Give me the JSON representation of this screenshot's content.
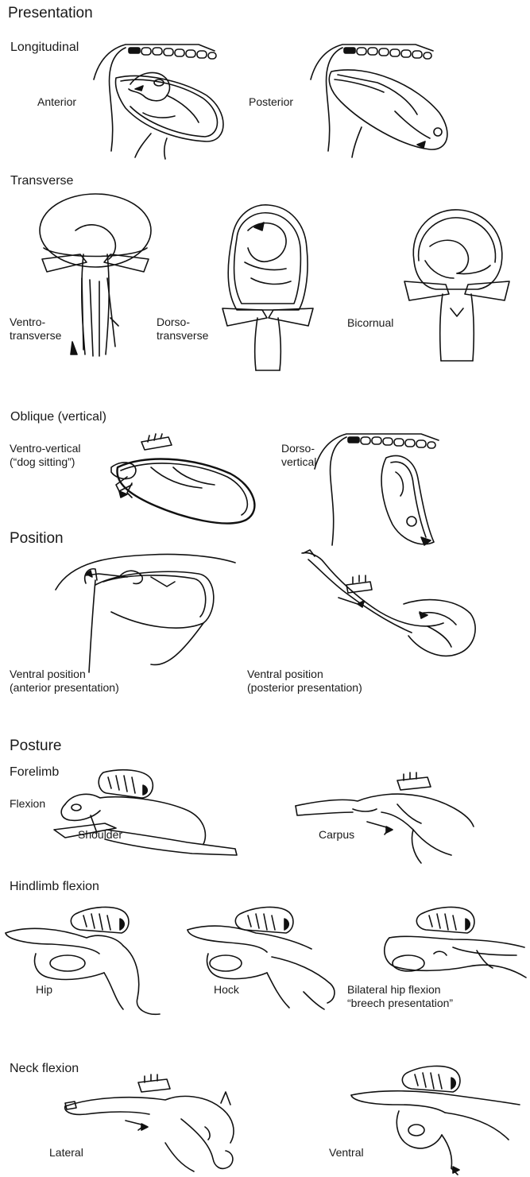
{
  "sections": {
    "presentation": {
      "title": "Presentation",
      "longitudinal": {
        "title": "Longitudinal",
        "anterior": "Anterior",
        "posterior": "Posterior"
      },
      "transverse": {
        "title": "Transverse",
        "ventro": "Ventro-\ntransverse",
        "dorso": "Dorso-\ntransverse",
        "bicornual": "Bicornual"
      },
      "oblique": {
        "title": "Oblique (vertical)",
        "ventro": "Ventro-vertical\n(“dog sitting”)",
        "dorso": "Dorso-\nvertical"
      }
    },
    "position": {
      "title": "Position",
      "anterior": "Ventral position\n(anterior presentation)",
      "posterior": "Ventral position\n(posterior presentation)"
    },
    "posture": {
      "title": "Posture",
      "forelimb": {
        "title": "Forelimb",
        "flexion": "Flexion",
        "shoulder": "Shoulder",
        "carpus": "Carpus"
      },
      "hindlimb": {
        "title": "Hindlimb flexion",
        "hip": "Hip",
        "hock": "Hock",
        "bilateral": "Bilateral hip flexion\n“breech presentation”"
      },
      "neck": {
        "title": "Neck flexion",
        "lateral": "Lateral",
        "ventral": "Ventral"
      }
    }
  }
}
